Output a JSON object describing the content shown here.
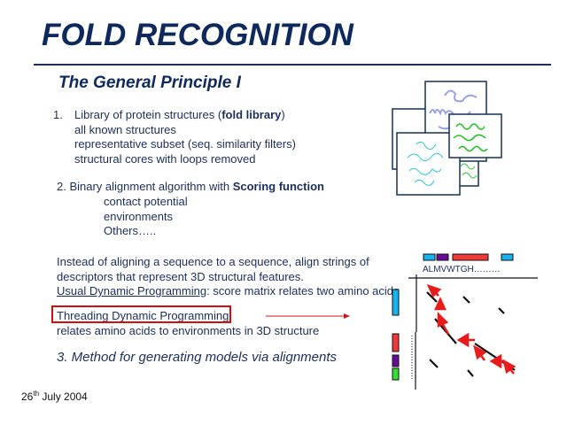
{
  "title": "FOLD RECOGNITION",
  "subtitle": "The General Principle I",
  "item1": {
    "number": "1.",
    "prefix": "Library of protein structures (",
    "bold": "fold library",
    "suffix": ")",
    "sub": [
      "all known structures",
      "representative subset (seq. similarity filters)",
      "structural cores with loops removed"
    ]
  },
  "item2": {
    "prefix": "2. Binary alignment algorithm with ",
    "bold": "Scoring function",
    "sub": [
      "contact potential",
      "environments",
      "Others….."
    ]
  },
  "paragraph": {
    "line1": "Instead of aligning a sequence to a sequence, align strings of",
    "line2": "descriptors that represent  3D structural features.",
    "usual_label": "Usual Dynamic Programming",
    "usual_rest": ": score matrix relates two amino acids",
    "threading_label": "Threading Dynamic Programming",
    "threading_rest": ":",
    "threading_line2": "relates amino acids to environments in 3D structure"
  },
  "item3": "3. Method for generating models via alignments",
  "footer": {
    "day": "26",
    "suffix": "th",
    "rest": " July 2004"
  },
  "diagram": {
    "sequence": "ALMVWTGH………",
    "colors": {
      "cyan": "#16b4ee",
      "purple": "#6a0a9a",
      "red": "#f03a3a",
      "green": "#2fe02f",
      "arrow": "#e81c1c"
    }
  }
}
